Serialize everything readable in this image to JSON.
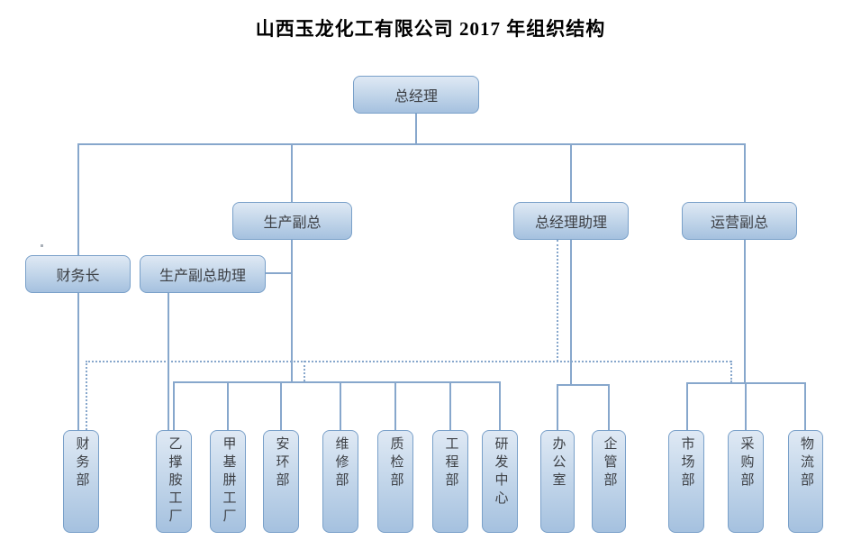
{
  "title": "山西玉龙化工有限公司 2017 年组织结构",
  "nodes": {
    "gm": {
      "label": "总经理"
    },
    "prod_vp": {
      "label": "生产副总"
    },
    "gm_assistant": {
      "label": "总经理助理"
    },
    "ops_vp": {
      "label": "运营副总"
    },
    "cfo": {
      "label": "财务长"
    },
    "prod_vp_assistant": {
      "label": "生产副总助理"
    },
    "finance": {
      "label": "财务部"
    },
    "ethyleneamine_factory": {
      "label": "乙撑胺工厂"
    },
    "methylhydrazine_factory": {
      "label": "甲基肼工厂"
    },
    "safety_env": {
      "label": "安环部"
    },
    "maintenance": {
      "label": "维修部"
    },
    "quality": {
      "label": "质检部"
    },
    "engineering": {
      "label": "工程部"
    },
    "rd_center": {
      "label": "研发中心"
    },
    "office": {
      "label": "办公室"
    },
    "enterprise_mgmt": {
      "label": "企管部"
    },
    "marketing": {
      "label": "市场部"
    },
    "purchasing": {
      "label": "采购部"
    },
    "logistics": {
      "label": "物流部"
    }
  },
  "relationships": {
    "solid": [
      {
        "from": "总经理",
        "to": [
          "财务长",
          "生产副总",
          "总经理助理",
          "运营副总"
        ]
      },
      {
        "from": "财务长",
        "to": [
          "财务部"
        ]
      },
      {
        "from": "生产副总",
        "to": [
          "生产副总助理",
          "乙撑胺工厂",
          "甲基肼工厂",
          "安环部",
          "维修部",
          "质检部",
          "工程部",
          "研发中心"
        ]
      },
      {
        "from": "生产副总助理",
        "to": [
          "乙撑胺工厂"
        ]
      },
      {
        "from": "总经理助理",
        "to": [
          "办公室",
          "企管部"
        ]
      },
      {
        "from": "运营副总",
        "to": [
          "市场部",
          "采购部",
          "物流部"
        ]
      }
    ],
    "dotted": [
      {
        "from": "总经理助理",
        "to": [
          "财务部",
          "生产副总下属部门连线",
          "运营副总下属部门连线"
        ]
      }
    ]
  },
  "colors": {
    "box_fill_top": "#dfe9f4",
    "box_fill_bottom": "#a5c1df",
    "box_border": "#79a0c9",
    "connector_line": "#87a7cc",
    "text": "#3d4045",
    "title_text": "#000000",
    "background": "#ffffff"
  }
}
